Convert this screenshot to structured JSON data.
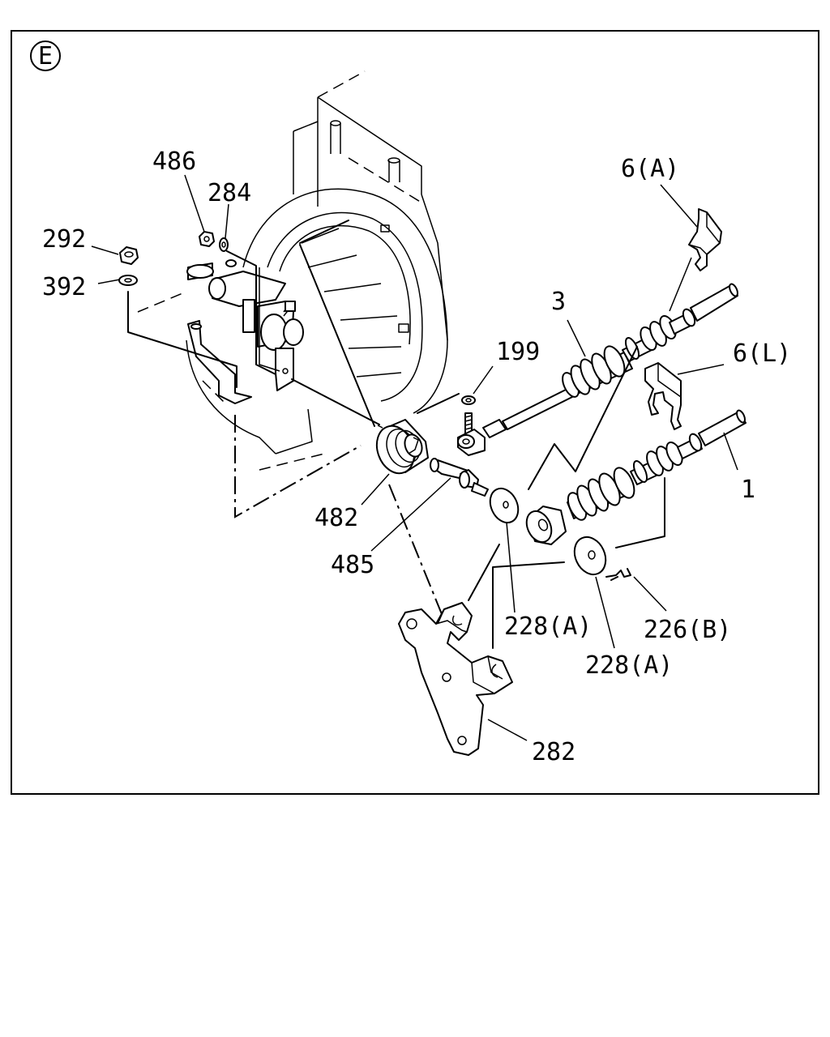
{
  "view_marker": "E",
  "labels": {
    "l486": "486",
    "l284": "284",
    "l292": "292",
    "l392": "392",
    "l6a": "6(A)",
    "l3": "3",
    "l199": "199",
    "l6l": "6(L)",
    "l1": "1",
    "l482": "482",
    "l485": "485",
    "l228a_1": "228(A)",
    "l228a_2": "228(A)",
    "l226b": "226(B)",
    "l282": "282"
  },
  "colors": {
    "line": "#000000",
    "background": "#ffffff"
  }
}
